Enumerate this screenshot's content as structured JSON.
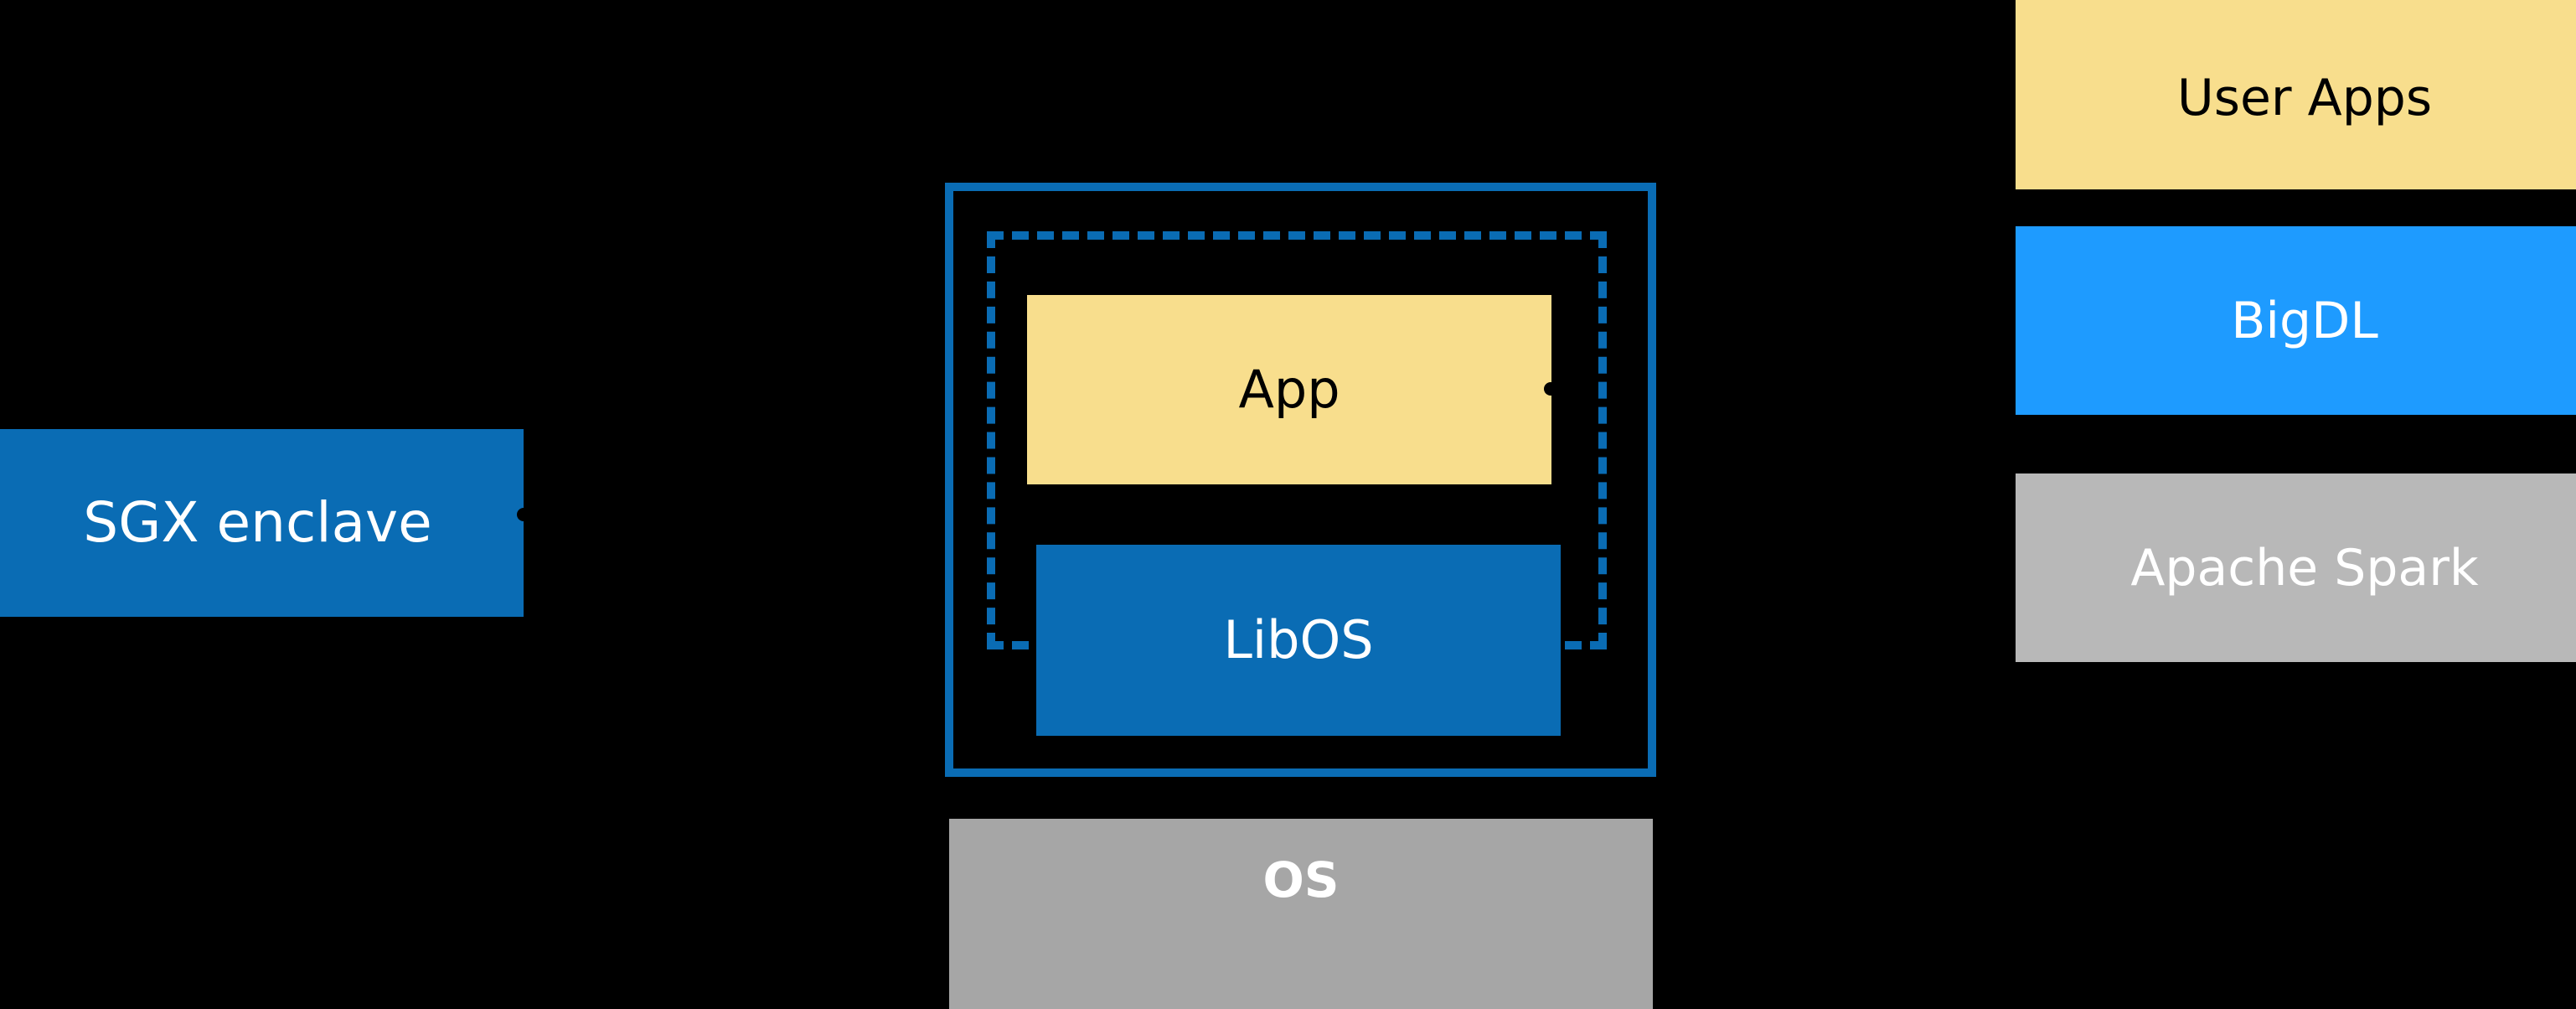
{
  "diagram": {
    "background_color": "#000000",
    "title_visible": false,
    "palette": {
      "enclave_blue": "#0A6CB4",
      "app_yellow": "#F8DE8D",
      "bigdl_blue": "#1E9BFF",
      "os_gray": "#A6A6A6",
      "spark_gray": "#B8B8B8",
      "connector_black": "#000000",
      "text_white": "#FFFFFF",
      "text_black": "#000000"
    },
    "left": {
      "sgx_enclave_label": "SGX enclave"
    },
    "center": {
      "app_label": "App",
      "libos_label": "LibOS",
      "os_label": "OS",
      "outer_frame_style": "solid",
      "inner_frame_style": "dashed"
    },
    "right_stack": [
      {
        "label": "User Apps",
        "fill": "#F8DE8D",
        "text_color": "#000000"
      },
      {
        "label": "BigDL",
        "fill": "#1E9BFF",
        "text_color": "#FFFFFF"
      },
      {
        "label": "Apache Spark",
        "fill": "#B8B8B8",
        "text_color": "#FFFFFF"
      }
    ]
  }
}
